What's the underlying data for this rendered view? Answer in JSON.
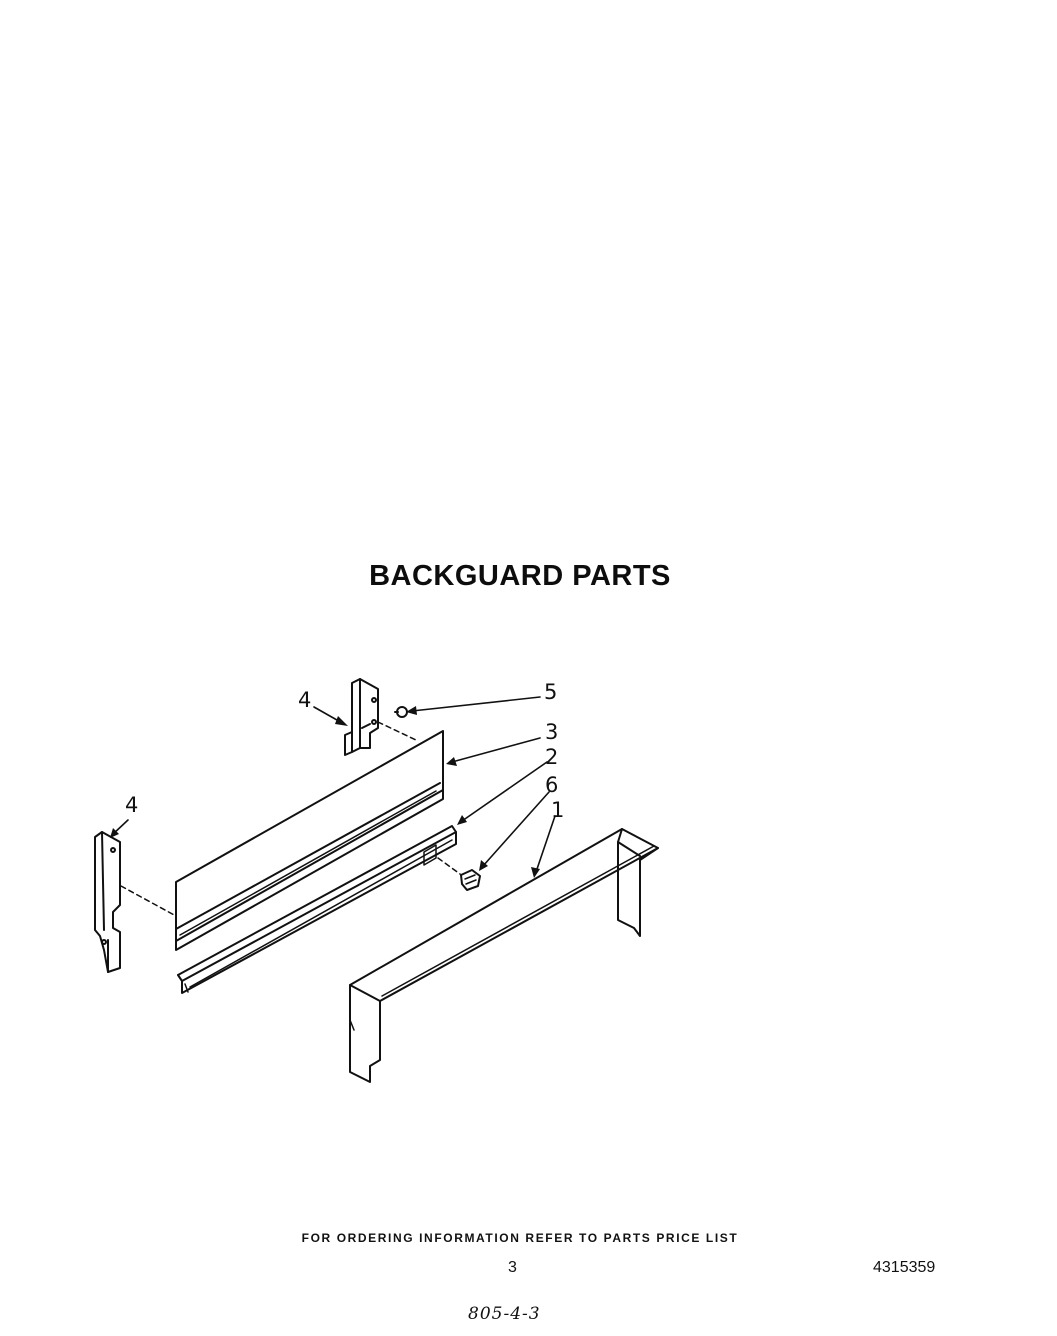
{
  "title": "BACKGUARD PARTS",
  "callouts": [
    {
      "id": "c4a",
      "label": "4"
    },
    {
      "id": "c5",
      "label": "5"
    },
    {
      "id": "c3",
      "label": "3"
    },
    {
      "id": "c2",
      "label": "2"
    },
    {
      "id": "c6",
      "label": "6"
    },
    {
      "id": "c1",
      "label": "1"
    },
    {
      "id": "c4b",
      "label": "4"
    }
  ],
  "footer": {
    "ordering_note": "FOR ORDERING INFORMATION REFER TO PARTS PRICE LIST",
    "page_number": "3",
    "document_number": "4315359",
    "handwritten_note": "805-4-3"
  }
}
